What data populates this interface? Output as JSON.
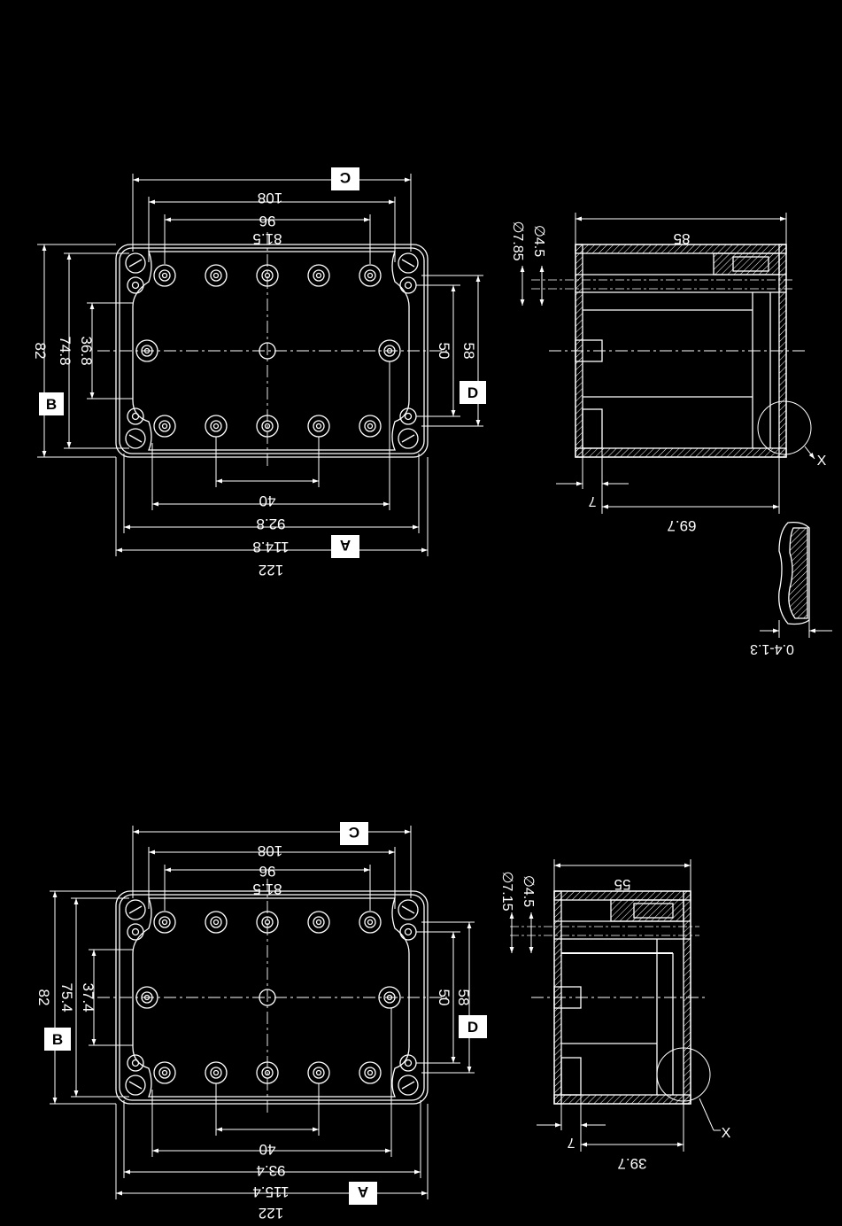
{
  "colors": {
    "background": "#000000",
    "line": "#ffffff",
    "label_box": "#ffffff",
    "label_text": "#000000"
  },
  "drawing_1": {
    "top_view": {
      "label_A": "A",
      "label_B": "B",
      "label_C": "C",
      "label_D": "D",
      "dim_108": "108",
      "dim_96": "96",
      "dim_81_5": "81.5",
      "dim_82": "82",
      "dim_74_8": "74.8",
      "dim_36_8": "36.8",
      "dim_50": "50",
      "dim_58": "58",
      "dim_40": "40",
      "dim_92_8": "92.8",
      "dim_114_8": "114.8",
      "dim_122": "122"
    },
    "side_view": {
      "dim_85": "85",
      "dim_phi_7_85": "∅7.85",
      "dim_phi_4_5": "∅4.5",
      "dim_7": "7",
      "dim_69_7": "69.7",
      "label_X": "X"
    },
    "detail_X": {
      "dim_0_4_1_3": "0.4-1.3"
    }
  },
  "drawing_2": {
    "top_view": {
      "label_A": "A",
      "label_B": "B",
      "label_C": "C",
      "label_D": "D",
      "dim_108": "108",
      "dim_96": "96",
      "dim_81_5": "81.5",
      "dim_82": "82",
      "dim_75_4": "75.4",
      "dim_37_4": "37.4",
      "dim_50": "50",
      "dim_58": "58",
      "dim_40": "40",
      "dim_93_4": "93.4",
      "dim_115_4": "115.4",
      "dim_122": "122"
    },
    "side_view": {
      "dim_55": "55",
      "dim_phi_7_15": "∅7.15",
      "dim_phi_4_5": "∅4.5",
      "dim_7": "7",
      "dim_39_7": "39.7",
      "label_X": "X"
    }
  }
}
